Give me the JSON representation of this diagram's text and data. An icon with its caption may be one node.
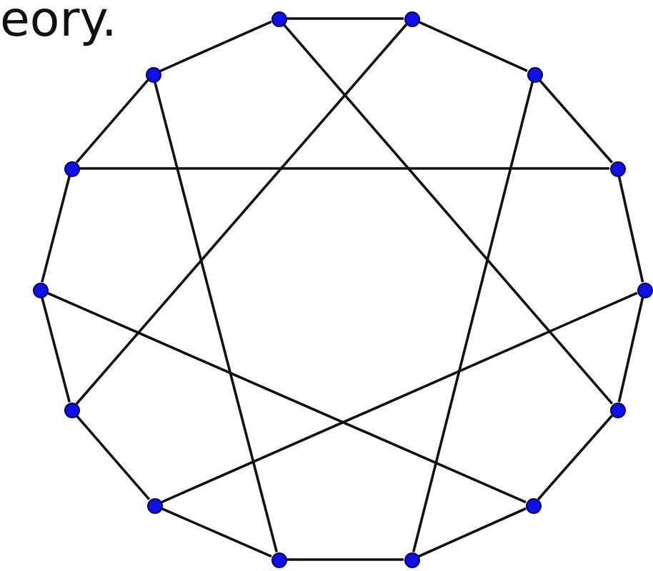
{
  "diagram": {
    "nodes": [
      {
        "text": [],
        "shape": "circle"
      },
      {
        "text": [],
        "shape": "circle"
      },
      {
        "text": [],
        "shape": "circle"
      },
      {
        "text": [],
        "shape": "circle"
      },
      {
        "text": [],
        "shape": "circle"
      },
      {
        "text": [],
        "shape": "circle"
      },
      {
        "text": [],
        "shape": "circle"
      },
      {
        "text": [],
        "shape": "circle"
      },
      {
        "text": [],
        "shape": "circle"
      },
      {
        "text": [],
        "shape": "circle"
      },
      {
        "text": [],
        "shape": "circle"
      },
      {
        "text": [],
        "shape": "circle"
      },
      {
        "text": [],
        "shape": "circle"
      },
      {
        "text": [],
        "shape": "circle"
      }
    ],
    "edges": [
      {
        "from": 0,
        "to": 1,
        "arrow": "none"
      },
      {
        "from": 1,
        "to": 2,
        "arrow": "none"
      },
      {
        "from": 2,
        "to": 3,
        "arrow": "none"
      },
      {
        "from": 3,
        "to": 4,
        "arrow": "none"
      },
      {
        "from": 4,
        "to": 5,
        "arrow": "none"
      },
      {
        "from": 5,
        "to": 6,
        "arrow": "none"
      },
      {
        "from": 6,
        "to": 7,
        "arrow": "none"
      },
      {
        "from": 7,
        "to": 8,
        "arrow": "none"
      },
      {
        "from": 8,
        "to": 9,
        "arrow": "none"
      },
      {
        "from": 9,
        "to": 10,
        "arrow": "none"
      },
      {
        "from": 10,
        "to": 11,
        "arrow": "none"
      },
      {
        "from": 11,
        "to": 12,
        "arrow": "none"
      },
      {
        "from": 12,
        "to": 13,
        "arrow": "none"
      },
      {
        "from": 13,
        "to": 0,
        "arrow": "none"
      },
      {
        "from": 12,
        "to": 3,
        "arrow": "none"
      },
      {
        "from": 0,
        "to": 5,
        "arrow": "none"
      },
      {
        "from": 1,
        "to": 10,
        "arrow": "none"
      },
      {
        "from": 13,
        "to": 8,
        "arrow": "none"
      },
      {
        "from": 2,
        "to": 7,
        "arrow": "none"
      },
      {
        "from": 11,
        "to": 6,
        "arrow": "none"
      },
      {
        "from": 4,
        "to": 9,
        "arrow": "none"
      }
    ],
    "labels": [
      "eory."
    ]
  }
}
